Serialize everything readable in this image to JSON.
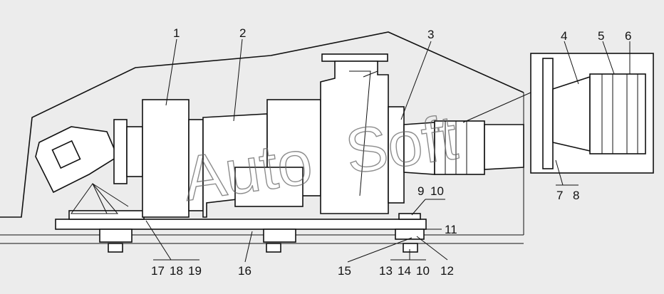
{
  "callouts": {
    "c1": "1",
    "c2": "2",
    "c3": "3",
    "c4": "4",
    "c5": "5",
    "c6": "6",
    "c7": "7",
    "c8": "8",
    "c9": "9",
    "c10a": "10",
    "c11": "11",
    "c12": "12",
    "c13": "13",
    "c14": "14",
    "c10b": "10",
    "c15": "15",
    "c16": "16",
    "c17": "17",
    "c18": "18",
    "c19": "19"
  },
  "watermark": {
    "line1": "Auto",
    "line2": "Soft"
  },
  "colors": {
    "background": "#ececec",
    "ink": "#111111",
    "fill": "#ffffff"
  }
}
